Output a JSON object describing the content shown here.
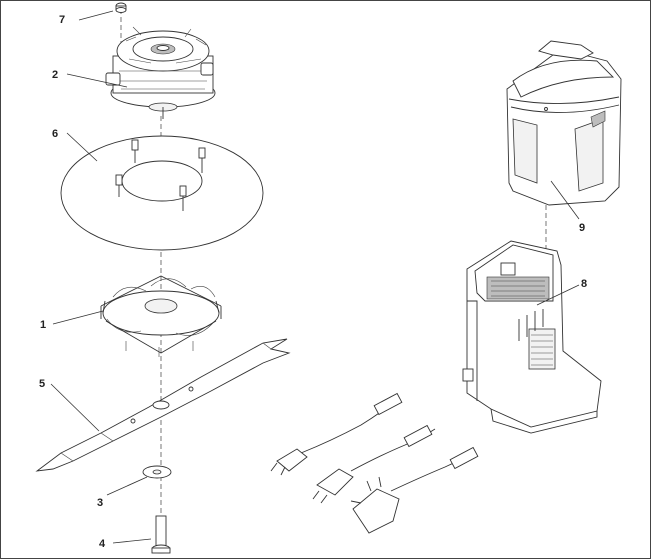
{
  "callouts": [
    {
      "id": "c7",
      "label": "7"
    },
    {
      "id": "c2",
      "label": "2"
    },
    {
      "id": "c6",
      "label": "6"
    },
    {
      "id": "c1",
      "label": "1"
    },
    {
      "id": "c5",
      "label": "5"
    },
    {
      "id": "c3",
      "label": "3"
    },
    {
      "id": "c4",
      "label": "4"
    },
    {
      "id": "c9",
      "label": "9"
    },
    {
      "id": "c8",
      "label": "8"
    }
  ],
  "colors": {
    "line": "#333333",
    "fill": "#ffffff",
    "shade": "#bdbdbd"
  }
}
